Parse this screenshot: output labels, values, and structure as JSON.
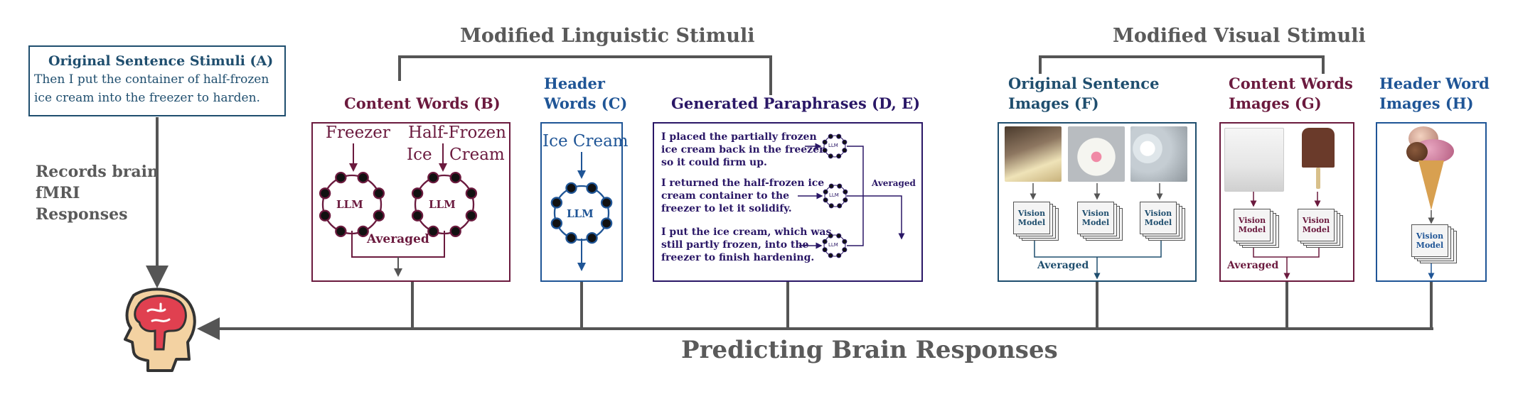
{
  "colors": {
    "navy": "#1f4e6e",
    "maroon": "#6b1a3e",
    "blue": "#1f5596",
    "indigo": "#2a1766",
    "grey": "#5a5a5a"
  },
  "original_sentence": {
    "title": "Original Sentence Stimuli (A)",
    "line1": "Then I put the container of half-frozen",
    "line2": "ice cream into the freezer to harden."
  },
  "records": {
    "line1": "Records brain",
    "line2": "fMRI",
    "line3": "Responses"
  },
  "linguistic_header": "Modified Linguistic Stimuli",
  "visual_header": "Modified Visual Stimuli",
  "content_words": {
    "title": "Content Words (B)",
    "word1": "Freezer",
    "word2a": "Half-Frozen",
    "word2b": "Ice",
    "word2c": "Cream",
    "llm": "LLM",
    "averaged": "Averaged"
  },
  "header_words": {
    "title1": "Header",
    "title2": "Words (C)",
    "word": "Ice Cream",
    "llm": "LLM"
  },
  "paraphrases": {
    "title": "Generated Paraphrases (D, E)",
    "p1": [
      "I placed the partially frozen",
      "ice cream back in the freezer",
      "so it could firm up."
    ],
    "p2": [
      "I returned the half-frozen ice",
      "cream container to the",
      "freezer to let it solidify."
    ],
    "p3": [
      "I put the ice cream, which was",
      "still partly frozen, into the",
      "freezer to finish hardening."
    ],
    "llm": "LLM",
    "averaged": "Averaged"
  },
  "orig_images": {
    "title1": "Original Sentence",
    "title2": "Images (F)",
    "model1": "Vision",
    "model2": "Model",
    "averaged": "Averaged"
  },
  "content_images": {
    "title1": "Content Words",
    "title2": "Images (G)",
    "model1": "Vision",
    "model2": "Model",
    "averaged": "Averaged"
  },
  "header_images": {
    "title1": "Header Word",
    "title2": "Images (H)",
    "model1": "Vision",
    "model2": "Model"
  },
  "predicting": "Predicting Brain Responses"
}
